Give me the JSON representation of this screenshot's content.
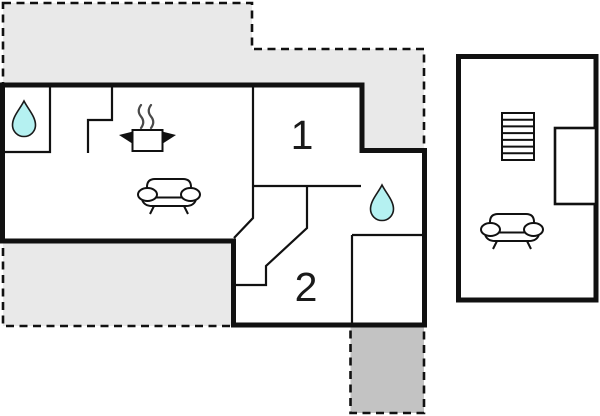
{
  "floorplan": {
    "type": "vacation-home floor plan",
    "rooms": [
      {
        "label": "1"
      },
      {
        "label": "2"
      }
    ],
    "colors": {
      "wall": "#111111",
      "background": "#ffffff",
      "terrace_light": "#e9e9e9",
      "terrace_dark": "#c3c3c3",
      "water_drop": "#b5f1f1"
    },
    "areas": {
      "terrace_top": "terrace-area-top",
      "terrace_bottom_left": "terrace-area-bottom-left",
      "terrace_bottom_right": "terrace-area-bottom-right",
      "main_building": "main-building",
      "annex_building": "annex-building"
    },
    "icons": [
      {
        "name": "water-drop-icon",
        "meaning": "bathroom / water",
        "count": 2
      },
      {
        "name": "cooking-pot-icon",
        "meaning": "kitchen",
        "count": 1
      },
      {
        "name": "sofa-icon",
        "meaning": "living / lounge area",
        "count": 2
      },
      {
        "name": "stairs-icon",
        "meaning": "staircase",
        "count": 1
      }
    ]
  }
}
